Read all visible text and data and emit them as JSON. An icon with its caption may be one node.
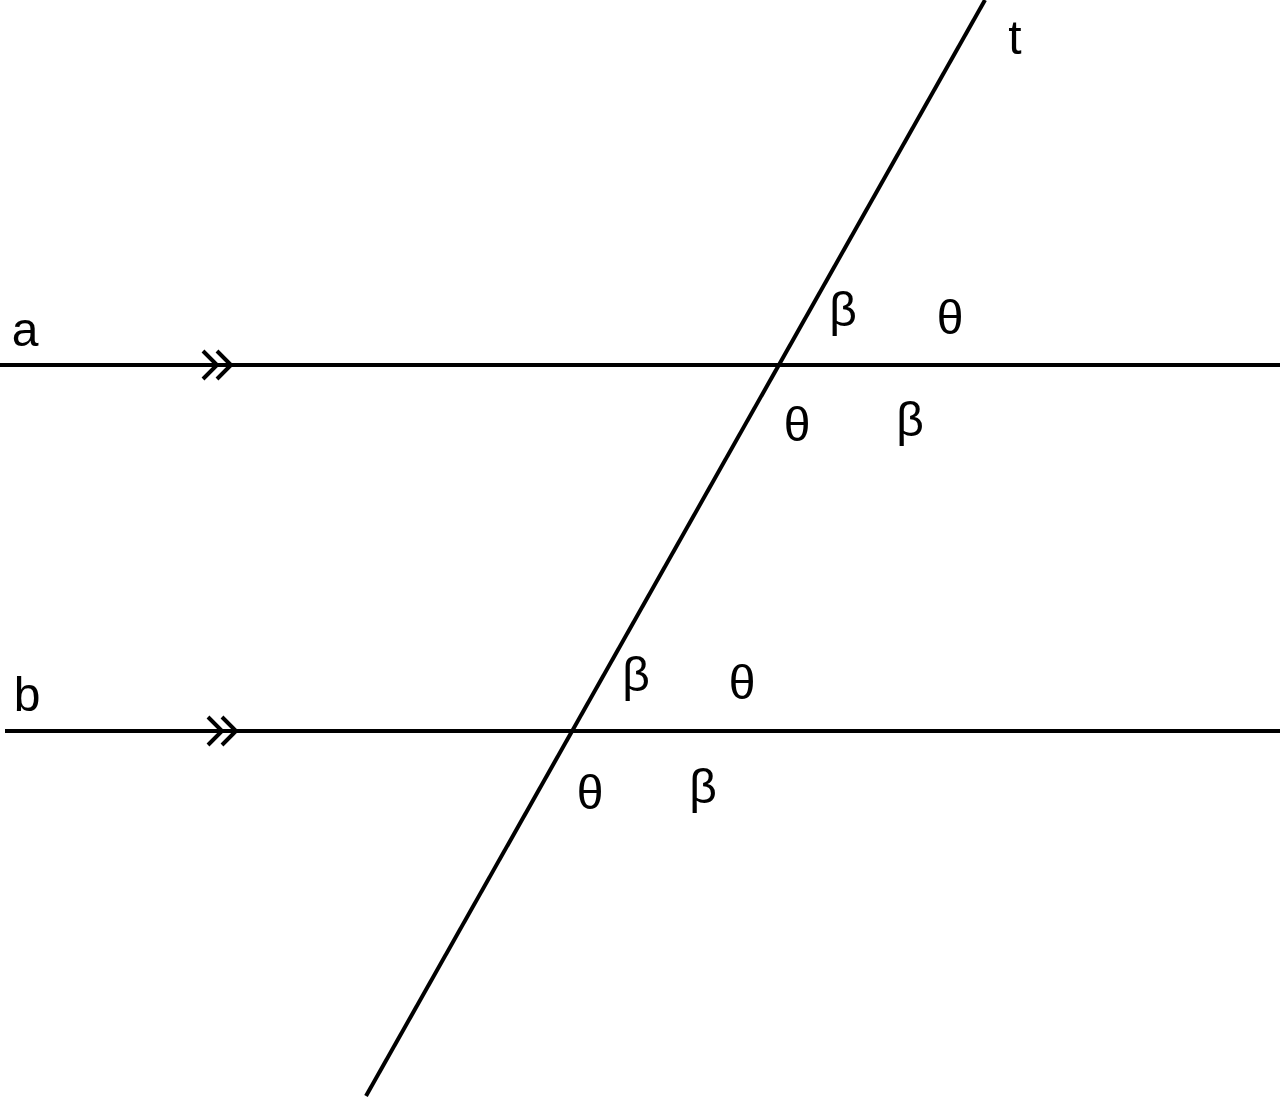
{
  "diagram": {
    "labels": [
      "t",
      "a",
      "β",
      "θ",
      "θ",
      "β",
      "b",
      "β",
      "θ",
      "θ",
      "β"
    ]
  }
}
